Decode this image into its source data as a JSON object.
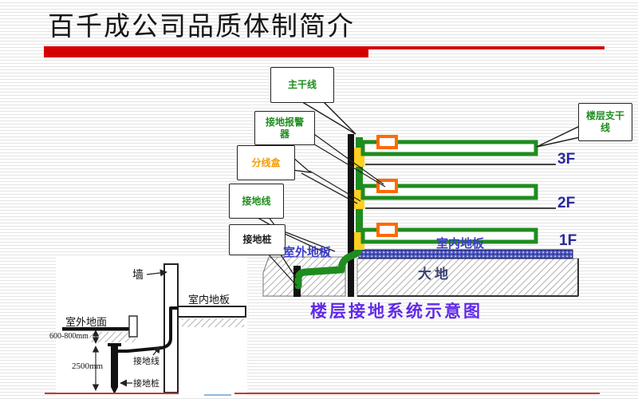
{
  "slide": {
    "title": "百千成公司品质体制简介",
    "caption": "楼层接地系统示意图"
  },
  "main_diagram": {
    "callouts": {
      "main_trunk": "主干线",
      "ground_alarm": "接地报警器",
      "junction_box": "分线盒",
      "ground_wire": "接地线",
      "ground_stake": "接地桩",
      "floor_branch": "楼层支干线"
    },
    "floors": [
      "3F",
      "2F",
      "1F"
    ],
    "labels": {
      "outdoor_floor": "室外地板",
      "indoor_floor": "室内地板",
      "earth": "大地"
    }
  },
  "detail_diagram": {
    "labels": {
      "wall": "墙",
      "indoor_floor": "室内地板",
      "outdoor_ground": "室外地面",
      "ground_wire": "接地线",
      "ground_stake": "接地桩"
    },
    "dimensions": {
      "burial_depth": "600-800mm",
      "stake_length": "2500mm"
    }
  },
  "colors": {
    "accent_red": "#d40000",
    "label_green": "#1e8c1e",
    "label_orange": "#f59d00",
    "floor_blue": "#3c3cc8",
    "floor_number_navy": "#28289a",
    "caption_purple": "#6029e8",
    "line_green": "#1f8c1f",
    "alarm_orange": "#ff6a00",
    "junction_yellow": "#ffd020"
  }
}
